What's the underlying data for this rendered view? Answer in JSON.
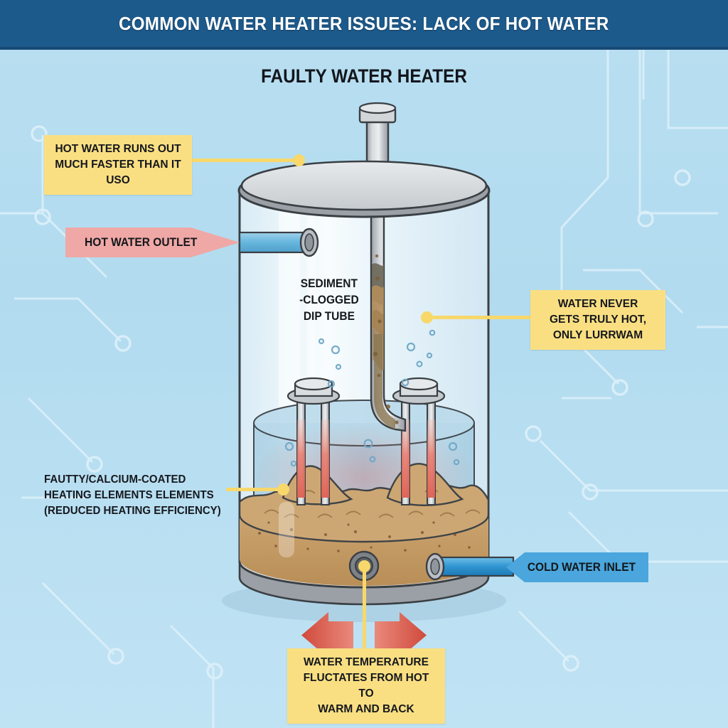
{
  "header": {
    "title": "COMMON WATER HEATER ISSUES: LACK OF HOT WATER",
    "bar_color": "#1d5a8c",
    "text_color": "#ffffff"
  },
  "diagram": {
    "subtitle": "FAULTY WATER HEATER",
    "background_color": "#b5dcef"
  },
  "callouts": {
    "hot_water_runs_out": {
      "line1": "HOT WATER RUNS OUT",
      "line2": "MUCH FASTER THAN IT",
      "line3": "USO",
      "box_color": "#fadf82"
    },
    "water_never_hot": {
      "line1": "WATER NEVER",
      "line2": "GETS TRULY HOT,",
      "line3": "ONLY LURRWAM",
      "box_color": "#fadf82"
    },
    "temperature_fluctuates": {
      "line1": "WATER TEMPERATURE",
      "line2": "FLUCTATES FROM HOT TO",
      "line3": "WARM AND BACK",
      "box_color": "#fadf82"
    }
  },
  "labels": {
    "dip_tube": {
      "line1": "SEDIMENT",
      "line2": "-CLOGGED",
      "line3": "DIP TUBE"
    },
    "heating_elements": {
      "line1": "FAUTTY/CALCIUM-COATED",
      "line2": "HEATING ELEMENTS ELEMENTS",
      "line3": "(REDUCED HEATING EFFICIENCY)"
    }
  },
  "ports": {
    "hot_water_outlet": {
      "label": "HOT WATER OUTLET",
      "color": "#efa8a6"
    },
    "cold_water_inlet": {
      "label": "COLD WATER INLET",
      "color": "#4aa6dc"
    }
  },
  "colors": {
    "sediment": "#c49a63",
    "sediment_mound": "#cda773",
    "water": "#9ec7de",
    "glass": "#e9f4fa",
    "metal": "#b9bfc4",
    "heating_glow": "#e8776a",
    "leader": "#f8d86b",
    "flux_arrow": "#d9584b"
  }
}
